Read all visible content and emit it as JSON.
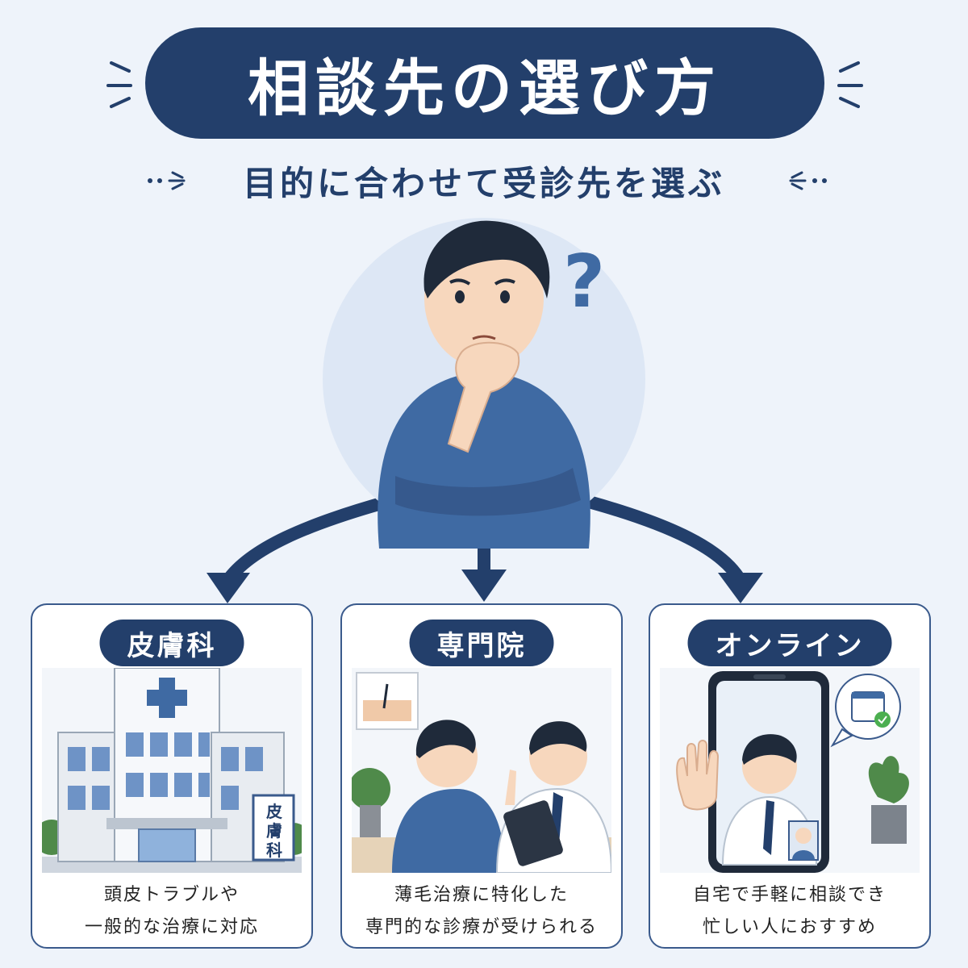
{
  "header": {
    "title": "相談先の選び方",
    "subtitle": "目的に合わせて受診先を選ぶ"
  },
  "cards": [
    {
      "label": "皮膚科",
      "illustration": "hospital-building-icon",
      "sign": "皮膚科",
      "lines": [
        "頭皮トラブルや",
        "一般的な治療に対応"
      ]
    },
    {
      "label": "専門院",
      "illustration": "doctor-consultation-icon",
      "lines": [
        "薄毛治療に特化した",
        "専門的な診療が受けられる"
      ]
    },
    {
      "label": "オンライン",
      "illustration": "smartphone-video-call-icon",
      "lines": [
        "自宅で手軽に相談でき",
        "忙しい人におすすめ"
      ]
    }
  ],
  "colors": {
    "navy": "#233f6b",
    "background": "#eef3fa",
    "shirt": "#3f6aa3",
    "skin": "#f7d7bd"
  }
}
